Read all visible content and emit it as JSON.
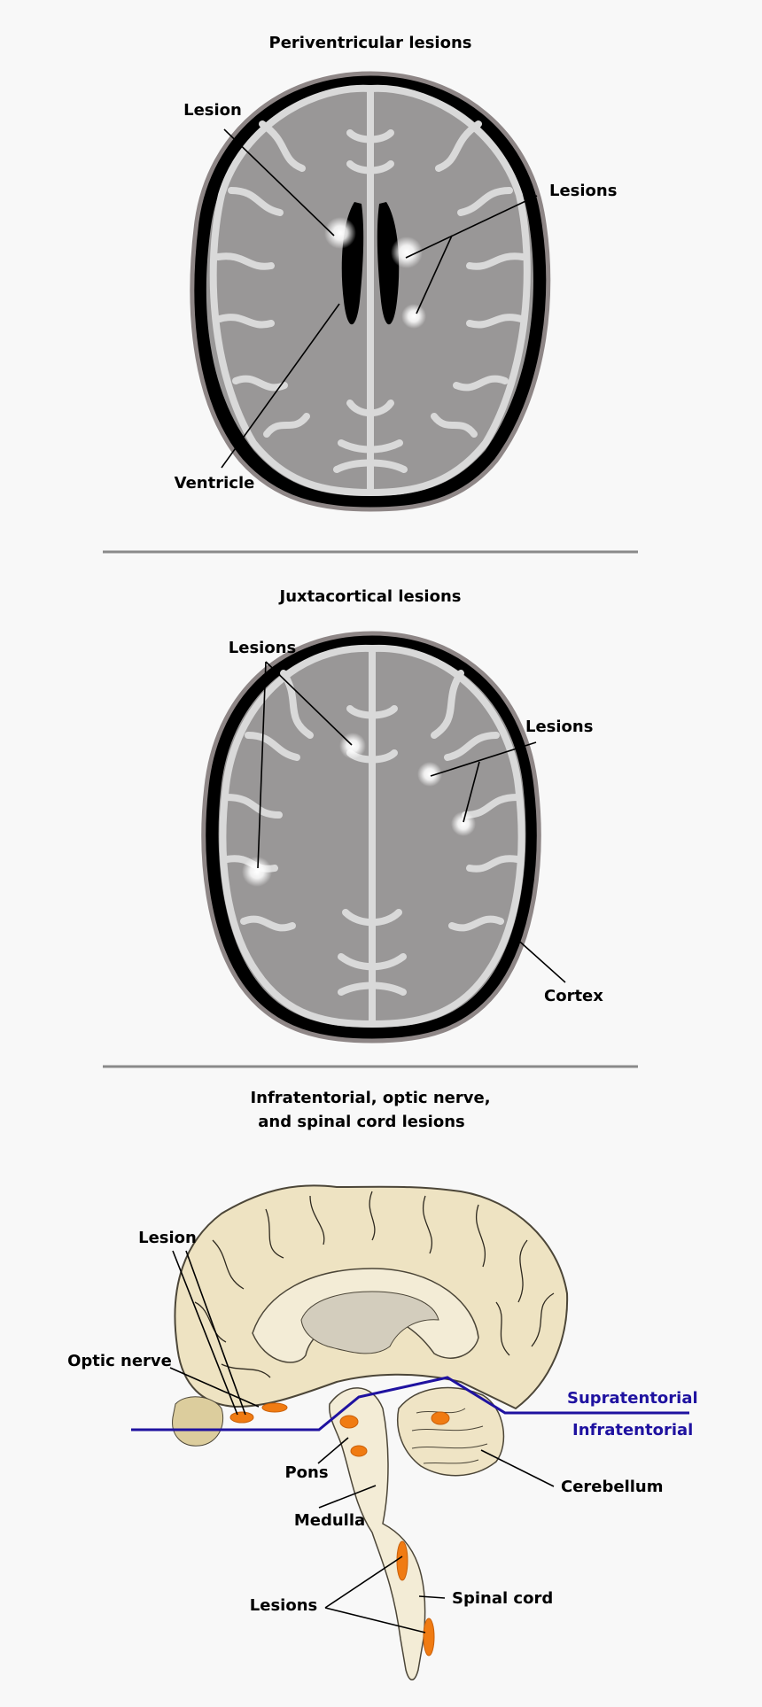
{
  "panels": {
    "periventricular": {
      "title": "Periventricular lesions",
      "labels": {
        "lesion": "Lesion",
        "lesions": "Lesions",
        "ventricle": "Ventricle"
      }
    },
    "juxtacortical": {
      "title": "Juxtacortical lesions",
      "labels": {
        "lesions_left": "Lesions",
        "lesions_right": "Lesions",
        "cortex": "Cortex"
      }
    },
    "infratentorial": {
      "title_line1": "Infratentorial, optic nerve,",
      "title_line2": "and spinal cord lesions",
      "labels": {
        "lesion": "Lesion",
        "optic_nerve": "Optic nerve",
        "supratentorial": "Supratentorial",
        "infratentorial": "Infratentorial",
        "pons": "Pons",
        "cerebellum": "Cerebellum",
        "medulla": "Medulla",
        "lesions": "Lesions",
        "spinal_cord": "Spinal cord"
      }
    }
  },
  "colors": {
    "background": "#f8f8f8",
    "brain_gray": "#999797",
    "cortex_line": "#d9d9d9",
    "skull": "#000000",
    "lesion_glow": "#ffffff",
    "tissue_beige": "#e8dcb5",
    "lesion_orange": "#f07b12",
    "tentorium_blue": "#1f12a0",
    "divider": "#8a8a8a"
  }
}
